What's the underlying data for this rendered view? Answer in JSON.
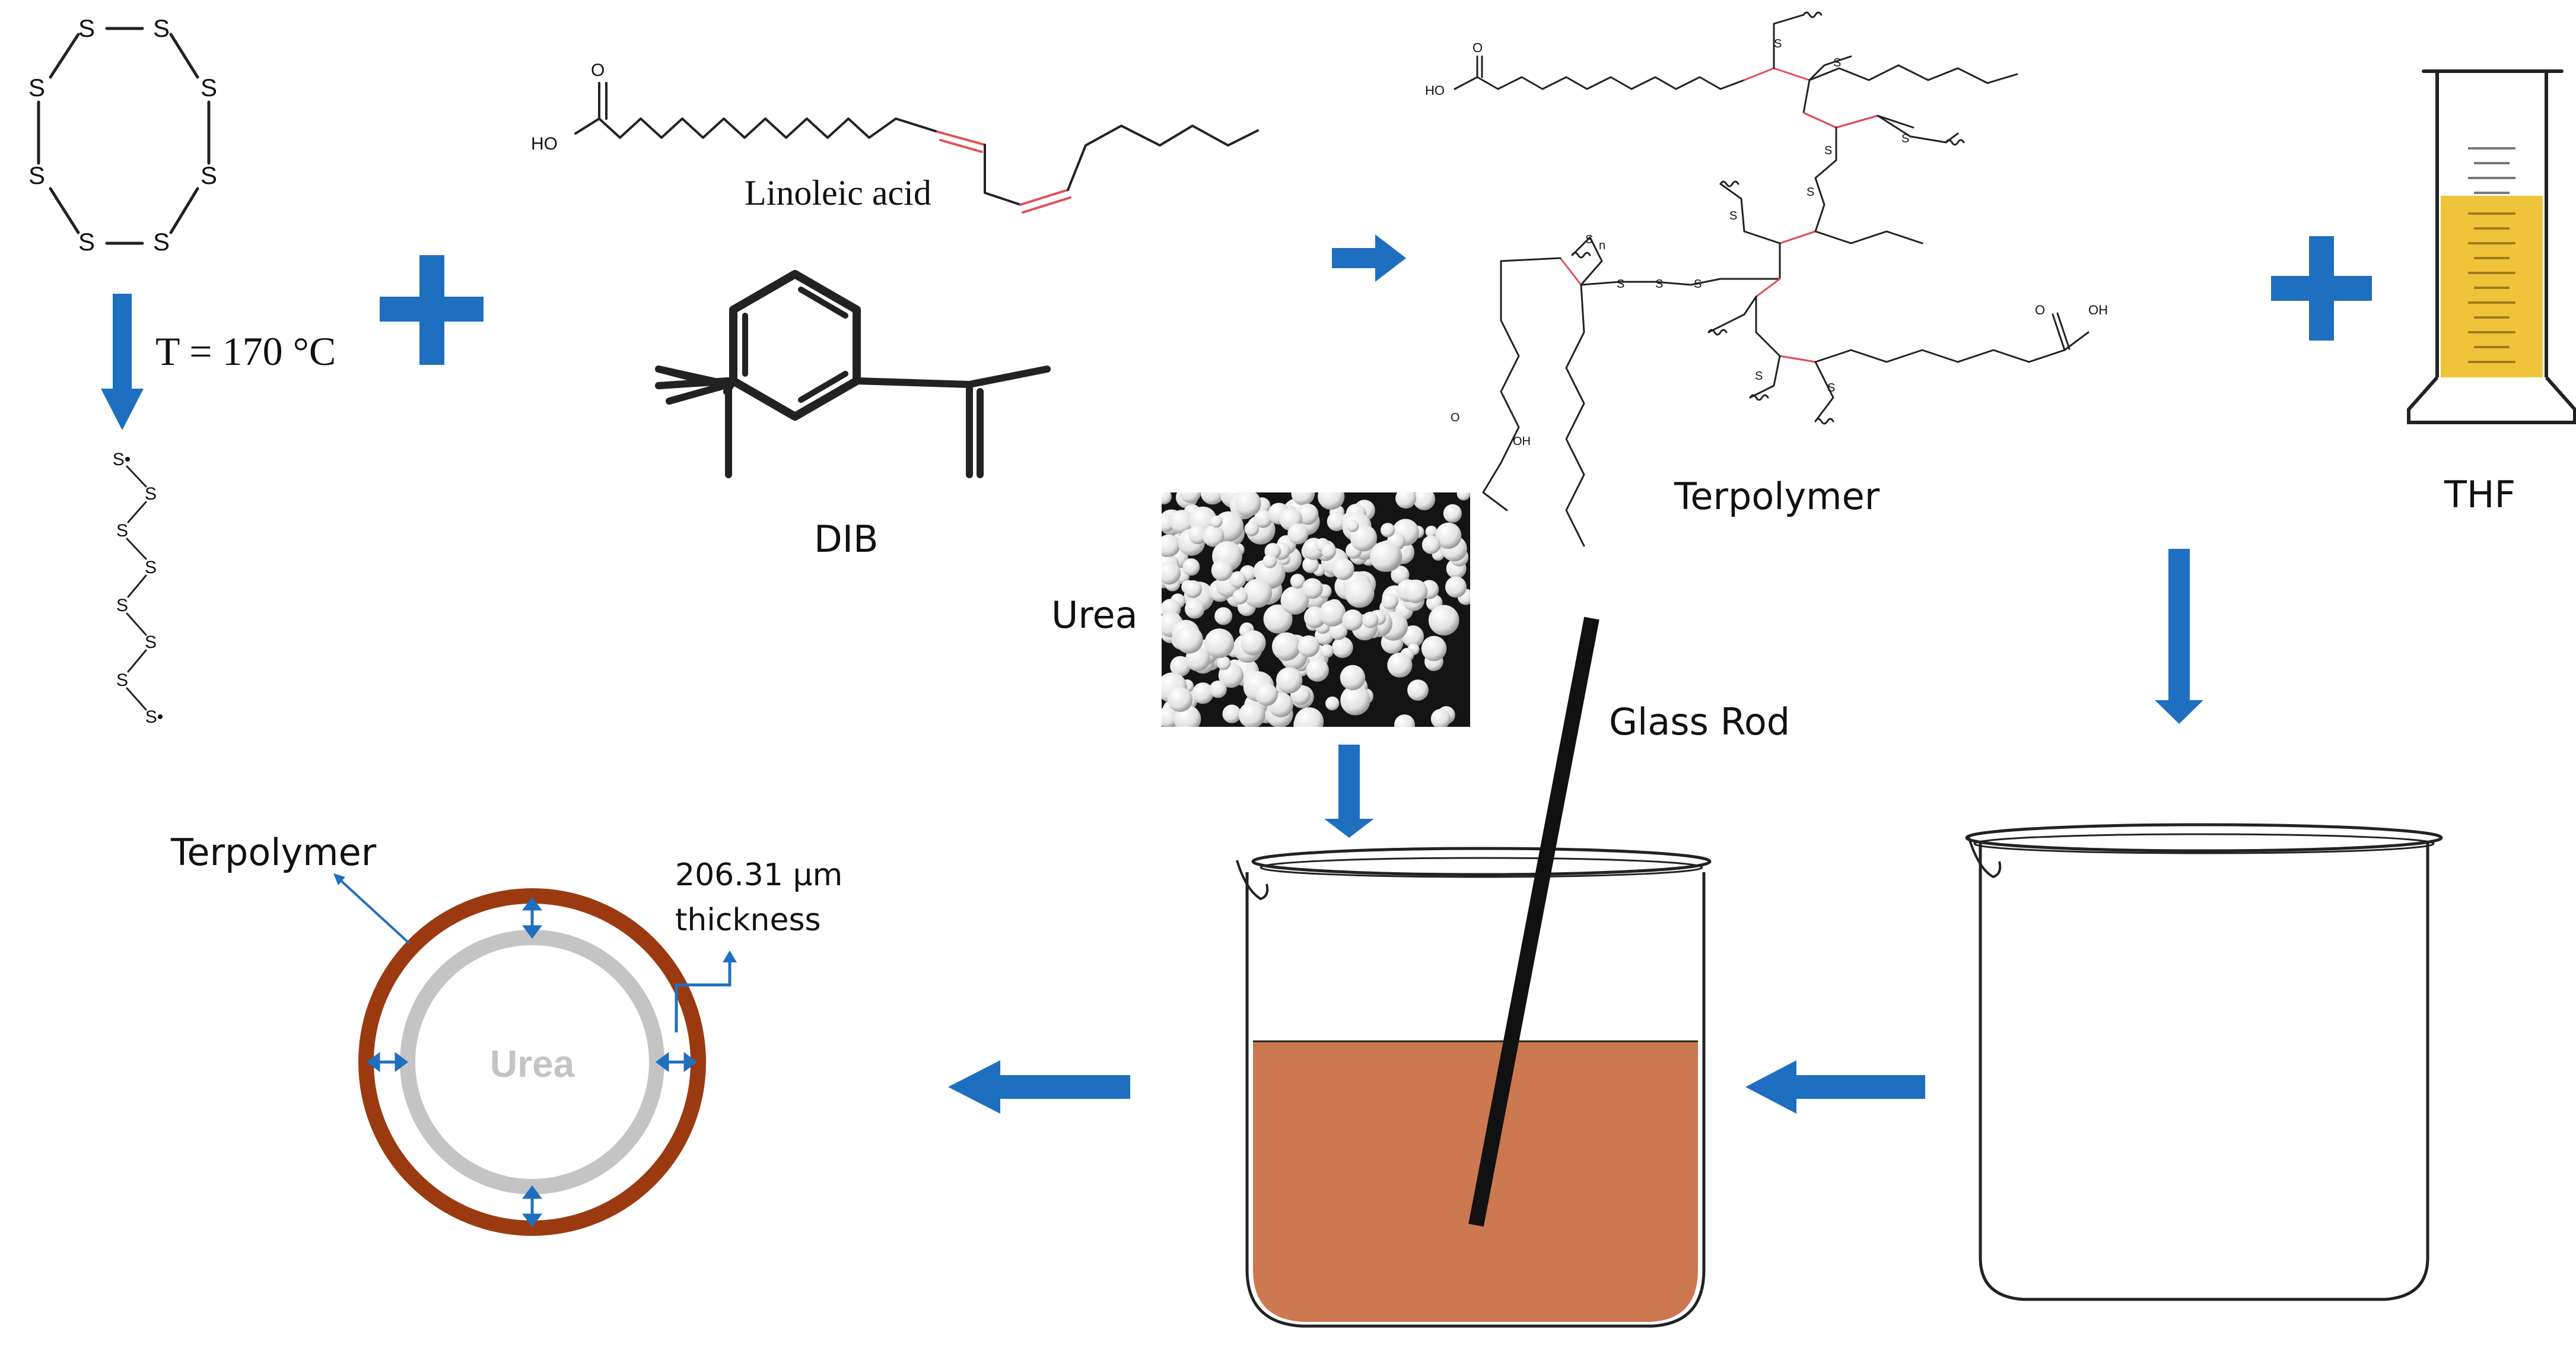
{
  "labels": {
    "reaction_temp": "T = 170 °C",
    "linoleic_acid": "Linoleic acid",
    "dib": "DIB",
    "terpolymer_top": "Terpolymer",
    "thf": "THF",
    "urea_photo": "Urea",
    "glass_rod": "Glass Rod",
    "terpolymer_shell": "Terpolymer",
    "thickness_value": "206.31 μm",
    "thickness_word": "thickness",
    "urea_core": "Urea"
  },
  "atoms": {
    "sulfur": "S",
    "sulfur_radical": "S•",
    "hydroxyl": "HO",
    "hydroxyl_right": "OH",
    "oxygen": "O",
    "polymer_index": "n"
  },
  "colors": {
    "arrow": "#1f6fc0",
    "plus": "#1f6fc0",
    "terpolymer_shell": "#9b3a10",
    "urea_ring": "#c4c4c4",
    "solution": "#cc7851",
    "thf_liquid": "#f0c43a",
    "rod": "#111111",
    "double_bond": "#e0505a"
  }
}
